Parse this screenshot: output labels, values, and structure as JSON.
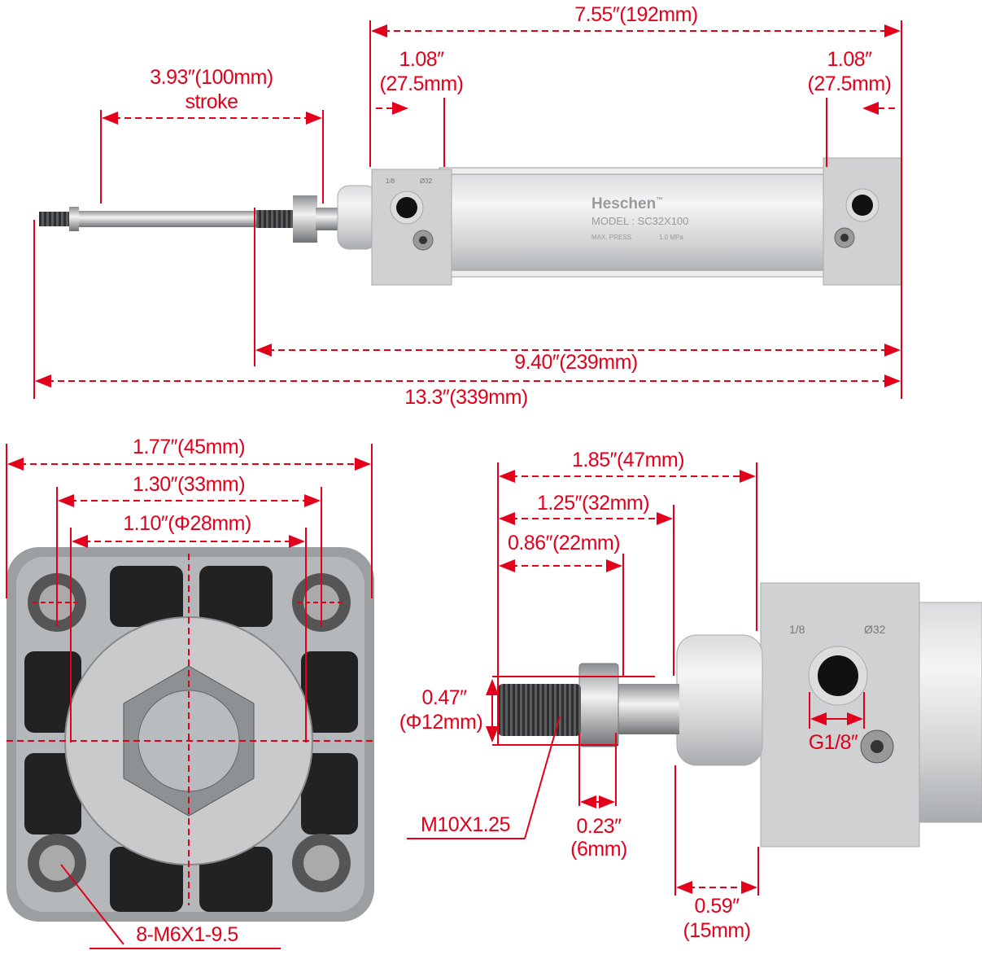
{
  "colors": {
    "dimension": "#e3001b",
    "metal": "#c9cbcd",
    "dark": "#2b2b2b"
  },
  "product": {
    "brand": "Heschen",
    "trademark": "™",
    "model": "MODEL : SC32X100",
    "max_press_label": "MAX. PRESS.",
    "max_press_value": "1.0 MPa",
    "port_mark": "1/8",
    "bore_mark": "Ø32"
  },
  "top_view": {
    "overall_body": "7.55″(192mm)",
    "left_cap_in": "1.08″",
    "left_cap_mm": "(27.5mm)",
    "right_cap_in": "1.08″",
    "right_cap_mm": "(27.5mm)",
    "stroke_dim": "3.93″(100mm)",
    "stroke_label": "stroke",
    "body_with_thread": "9.40″(239mm)",
    "overall_length": "13.3″(339mm)"
  },
  "end_view": {
    "width": "1.77″(45mm)",
    "bolt_spacing": "1.30″(33mm)",
    "boss_diameter": "1.10″(Φ28mm)",
    "mount_threads": "8-M6X1-9.5"
  },
  "rod_view": {
    "dim_47": "1.85″(47mm)",
    "dim_32": "1.25″(32mm)",
    "dim_22": "0.86″(22mm)",
    "rod_dia_in": "0.47″",
    "rod_dia_mm": "(Φ12mm)",
    "rod_thread": "M10X1.25",
    "nut_in": "0.23″",
    "nut_mm": "(6mm)",
    "port_thread": "G1/8″",
    "nose_in": "0.59″",
    "nose_mm": "(15mm)"
  }
}
